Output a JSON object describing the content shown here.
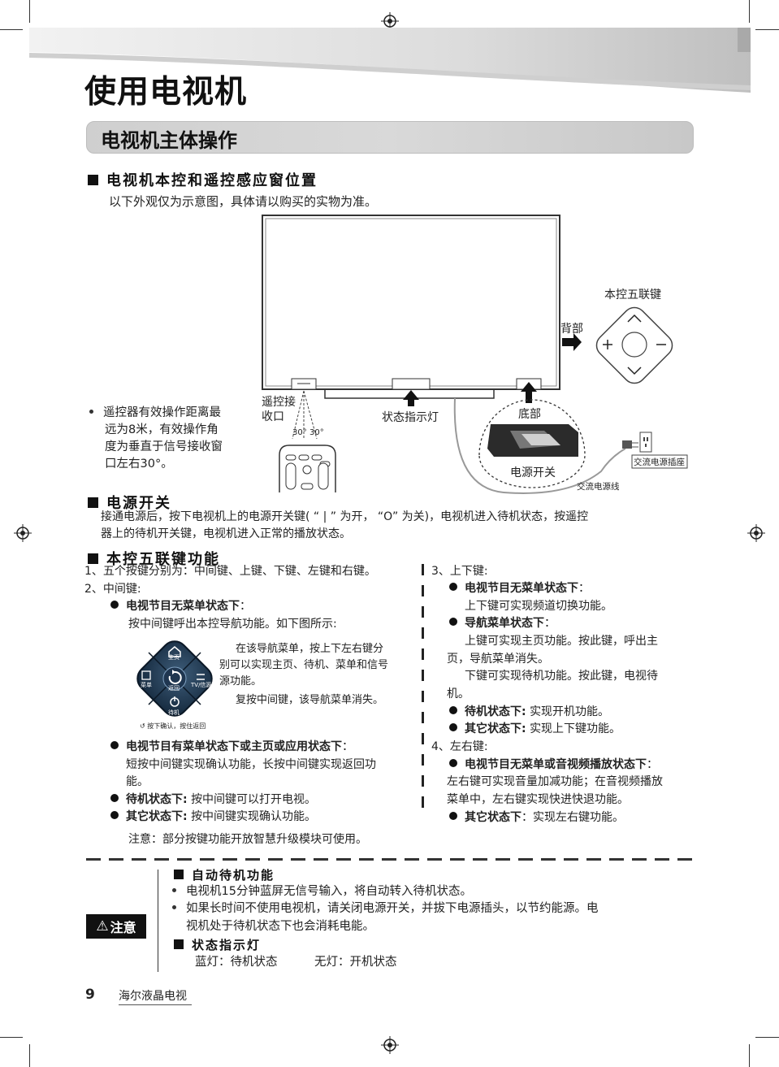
{
  "page_title": "使用电视机",
  "section_title": "电视机主体操作",
  "sub1": {
    "heading": "电视机本控和遥控感应窗位置",
    "intro": "以下外观仅为示意图，具体请以购买的实物为准。"
  },
  "diagram": {
    "key_label": "本控五联键",
    "back_label": "背部",
    "receiver_label_1": "遥控接",
    "receiver_label_2": "收口",
    "status_led_label": "状态指示灯",
    "bottom_label": "底部",
    "power_switch_label": "电源开关",
    "ac_cord_label": "交流电源线",
    "ac_socket_label": "交流电源插座",
    "angle_left": "30°",
    "angle_right": "30°",
    "remote_note": [
      "遥控器有效操作距离最",
      "远为8米，有效操作角",
      "度为垂直于信号接收窗",
      "口左右30°。"
    ]
  },
  "power": {
    "heading": "电源开关",
    "line1": "接通电源后，按下电视机上的电源开关键( “ | ” 为开， “O” 为关)，电视机进入待机状态，按遥控",
    "line2": "器上的待机开关键，电视机进入正常的播放状态。"
  },
  "five_key": {
    "heading": "本控五联键功能",
    "item1": "1、五个按键分别为：中间键、上键、下键、左键和右键。",
    "item2": "2、中间键:",
    "b1_title": "电视节目无菜单状态下",
    "b1_colon": "：",
    "b1_text": "按中间键呼出本控导航功能。如下图所示:",
    "nav_desc": [
      "在该导航菜单，按上下左右键分",
      "别可以实现主页、待机、菜单和信号",
      "源功能。",
      "复按中间键，该导航菜单消失。"
    ],
    "nav_labels": {
      "home": "主页",
      "menu": "菜单",
      "back": "返回",
      "source": "TV/信源",
      "standby": "待机"
    },
    "nav_caption": "按下确认，按住返回",
    "b2_title": "电视节目有菜单状态下或主页或应用状态下",
    "b2_colon": "：",
    "b2_text_1": "短按中间键实现确认功能，长按中间键实现返回功",
    "b2_text_2": "能。",
    "b3_title": "待机状态下:",
    "b3_text": "按中间键可以打开电视。",
    "b4_title": "其它状态下:",
    "b4_text": "按中间键实现确认功能。",
    "note": "注意：部分按键功能开放智慧升级模块可使用。",
    "item3": "3、上下键:",
    "r1_title": "电视节目无菜单状态下",
    "r1_colon": "：",
    "r1_text": "上下键可实现频道切换功能。",
    "r2_title": "导航菜单状态下",
    "r2_colon": "：",
    "r2_text_1": "上键可实现主页功能。按此键，呼出主",
    "r2_text_2": "页，导航菜单消失。",
    "r2_text_3": "下键可实现待机功能。按此键，电视待",
    "r2_text_4": "机。",
    "r3_title": "待机状态下:",
    "r3_text": "实现开机功能。",
    "r4_title": "其它状态下:",
    "r4_text": "实现上下键功能。",
    "item4": "4、左右键:",
    "r5_title": "电视节目无菜单或音视频播放状态下",
    "r5_colon": "：",
    "r5_text_1": "左右键可实现音量加减功能；在音视频播放",
    "r5_text_2": "菜单中，左右键实现快进快退功能。",
    "r6_title": "其它状态下",
    "r6_text": "：实现左右键功能。"
  },
  "notice": {
    "badge": "注意",
    "h1": "自动待机功能",
    "p1": "电视机15分钟蓝屏无信号输入，将自动转入待机状态。",
    "p2a": "如果长时间不使用电视机，请关闭电源开关，并拔下电源插头，以节约能源。电",
    "p2b": "视机处于待机状态下也会消耗电能。",
    "h2": "状态指示灯",
    "blue": "蓝灯：待机状态",
    "none": "无灯：开机状态"
  },
  "footer": {
    "page_number": "9",
    "brand": "海尔液晶电视"
  }
}
